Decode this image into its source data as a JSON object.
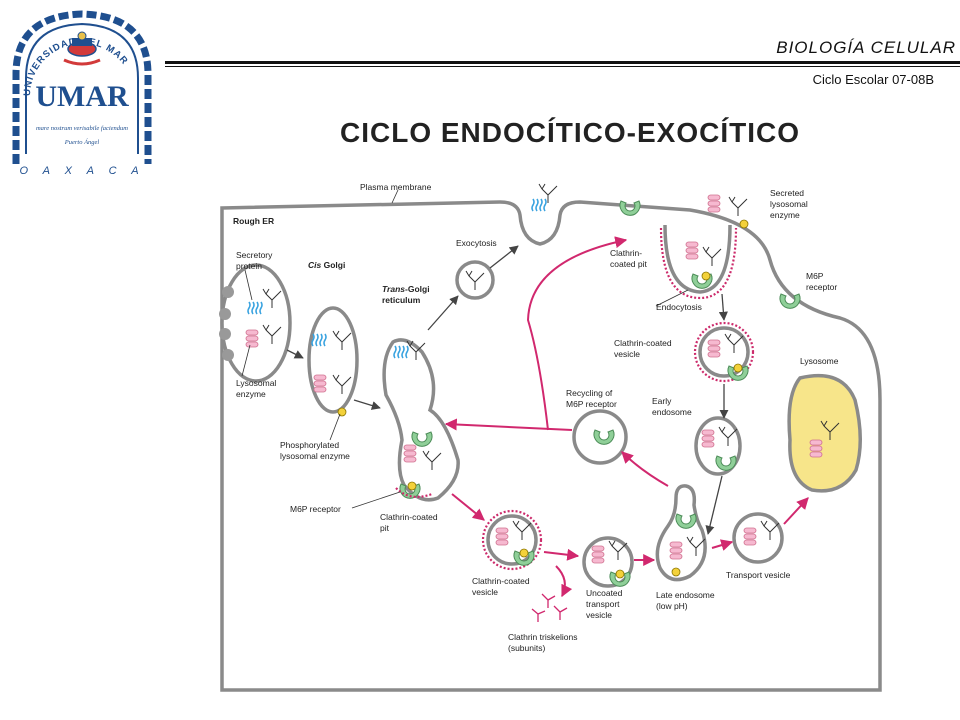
{
  "header": {
    "course": "BIOLOGÍA CELULAR",
    "cycle": "Ciclo Escolar 07-08B",
    "title": "CICLO ENDOCÍTICO-EXOCÍTICO"
  },
  "logo": {
    "arc_text": "UNIVERSIDAD DEL MAR",
    "letters": "UMAR",
    "motto": "mare nostrum verisabile faciendum",
    "place": "Puerto Ángel",
    "state": "O A X A C A"
  },
  "labels": {
    "plasma_membrane": "Plasma membrane",
    "rough_er": "Rough ER",
    "secretory_protein_1": "Secretory",
    "secretory_protein_2": "protein",
    "cis_golgi_1": "Cis",
    "cis_golgi_2": " Golgi",
    "lysosomal_enzyme_1": "Lysosomal",
    "lysosomal_enzyme_2": "enzyme",
    "trans_golgi_1": "Trans",
    "trans_golgi_2": "-Golgi",
    "trans_golgi_3": "reticulum",
    "exocytosis": "Exocytosis",
    "phosphorylated_1": "Phosphorylated",
    "phosphorylated_2": "lysosomal enzyme",
    "m6p_receptor_left": "M6P receptor",
    "clathrin_coated_pit_left_1": "Clathrin-coated",
    "clathrin_coated_pit_left_2": "pit",
    "clathrin_coated_vesicle_bottom_1": "Clathrin-coated",
    "clathrin_coated_vesicle_bottom_2": "vesicle",
    "clathrin_triskelions_1": "Clathrin triskelions",
    "clathrin_triskelions_2": "(subunits)",
    "uncoated_transport_1": "Uncoated",
    "uncoated_transport_2": "transport",
    "uncoated_transport_3": "vesicle",
    "late_endosome_1": "Late endosome",
    "late_endosome_2": "(low pH)",
    "transport_vesicle": "Transport vesicle",
    "recycling_1": "Recycling of",
    "recycling_2": "M6P receptor",
    "early_endosome_1": "Early",
    "early_endosome_2": "endosome",
    "clathrin_coated_vesicle_right_1": "Clathrin-coated",
    "clathrin_coated_vesicle_right_2": "vesicle",
    "clathrin_coated_pit_top_1": "Clathrin-",
    "clathrin_coated_pit_top_2": "coated pit",
    "endocytosis": "Endocytosis",
    "secreted_enzyme_1": "Secreted",
    "secreted_enzyme_2": "lysosomal",
    "secreted_enzyme_3": "enzyme",
    "m6p_receptor_right_1": "M6P",
    "m6p_receptor_right_2": "receptor",
    "lysosome": "Lysosome"
  },
  "colors": {
    "membrane": "#8a8a8a",
    "clathrin": "#cc2b6b",
    "pathway_arrow": "#d1286e",
    "receptor": "#8fcf98",
    "secretory_protein": "#3aa3e0",
    "lysosomal_enzyme": "#f2a0c0",
    "phosphate": "#f3d13a",
    "lysosome_fill": "#f7e58a",
    "logo_blue": "#1f4f8f"
  }
}
